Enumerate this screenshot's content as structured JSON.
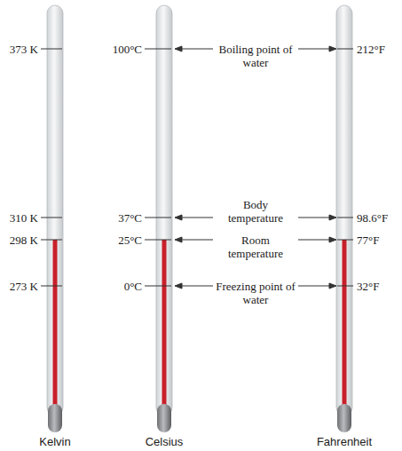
{
  "diagram": {
    "labels": [
      "373 K",
      "100°C",
      "Boiling point of water",
      "212°F",
      "Body temperature",
      "310 K",
      "37°C",
      "98.6°F",
      "Room temperature",
      "298 K",
      "25°C",
      "77°F",
      "273 K",
      "0°C",
      "Freezing point of water",
      "32°F",
      "Kelvin",
      "Celsius",
      "Fahrenheit"
    ]
  }
}
